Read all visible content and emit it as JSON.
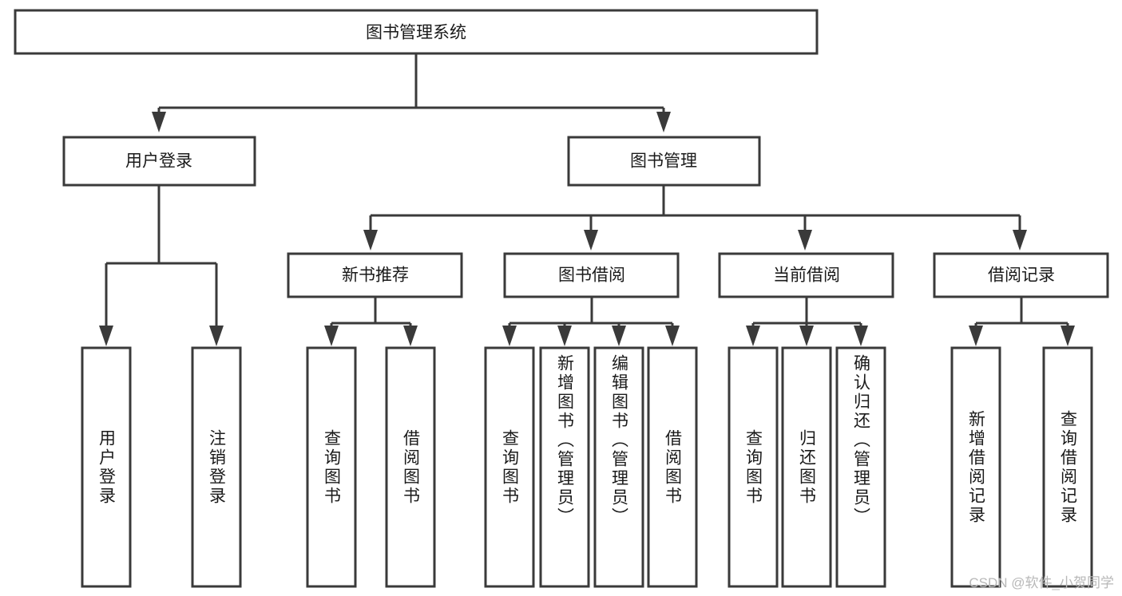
{
  "diagram": {
    "title_node": {
      "label": "图书管理系统"
    },
    "level1": [
      {
        "id": "user-login",
        "label": "用户登录"
      },
      {
        "id": "book-management",
        "label": "图书管理"
      }
    ],
    "level2": [
      {
        "id": "new-book-recommend",
        "label": "新书推荐",
        "parent": "book-management"
      },
      {
        "id": "book-borrow",
        "label": "图书借阅",
        "parent": "book-management"
      },
      {
        "id": "current-borrow",
        "label": "当前借阅",
        "parent": "book-management"
      },
      {
        "id": "borrow-record",
        "label": "借阅记录",
        "parent": "book-management"
      }
    ],
    "leaves": [
      {
        "id": "leaf-user-login",
        "label": "用户登录",
        "parent": "user-login"
      },
      {
        "id": "leaf-logout-login",
        "label": "注销登录",
        "parent": "user-login"
      },
      {
        "id": "leaf-query-book-1",
        "label": "查询图书",
        "parent": "new-book-recommend"
      },
      {
        "id": "leaf-borrow-book-1",
        "label": "借阅图书",
        "parent": "new-book-recommend"
      },
      {
        "id": "leaf-query-book-2",
        "label": "查询图书",
        "parent": "book-borrow"
      },
      {
        "id": "leaf-add-book",
        "label": "新增图书（管理员）",
        "parent": "book-borrow"
      },
      {
        "id": "leaf-edit-book",
        "label": "编辑图书（管理员）",
        "parent": "book-borrow"
      },
      {
        "id": "leaf-borrow-book-2",
        "label": "借阅图书",
        "parent": "book-borrow"
      },
      {
        "id": "leaf-query-book-3",
        "label": "查询图书",
        "parent": "current-borrow"
      },
      {
        "id": "leaf-return-book",
        "label": "归还图书",
        "parent": "current-borrow"
      },
      {
        "id": "leaf-confirm-return",
        "label": "确认归还（管理员）",
        "parent": "current-borrow"
      },
      {
        "id": "leaf-add-record",
        "label": "新增借阅记录",
        "parent": "borrow-record"
      },
      {
        "id": "leaf-query-record",
        "label": "查询借阅记录",
        "parent": "borrow-record"
      }
    ],
    "colors": {
      "box_stroke": "#3a3a3a",
      "box_fill": "#ffffff",
      "text": "#1a1a1a",
      "watermark": "#b8b8b8",
      "background": "#ffffff"
    }
  },
  "watermark": {
    "text": "CSDN @软件_小贺同学"
  }
}
